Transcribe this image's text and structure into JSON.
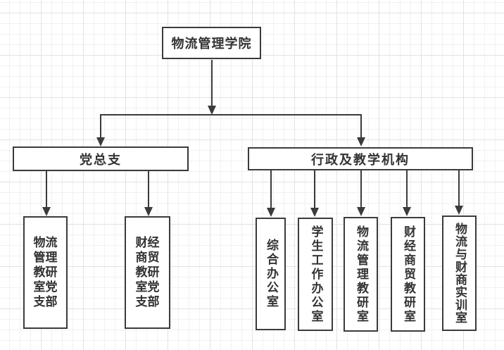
{
  "colors": {
    "line": "#3b3b3b",
    "text": "#333333",
    "box_fill": "#ffffff",
    "grid_minor": "#f1f1f1",
    "grid_major": "#e2e2e2",
    "canvas_bg": "#ffffff"
  },
  "chart": {
    "type": "org-chart",
    "root": {
      "label": "物流管理学院"
    },
    "branches": [
      {
        "label": "党总支",
        "children": [
          {
            "label": "物流管理教研室党支部"
          },
          {
            "label": "财经商贸教研室党支部"
          }
        ]
      },
      {
        "label": "行政及教学机构",
        "children": [
          {
            "label": "综合办公室"
          },
          {
            "label": "学生工作办公室"
          },
          {
            "label": "物流管理教研室"
          },
          {
            "label": "财经商贸教研室"
          },
          {
            "label": "物流与财商实训室"
          }
        ]
      }
    ]
  }
}
